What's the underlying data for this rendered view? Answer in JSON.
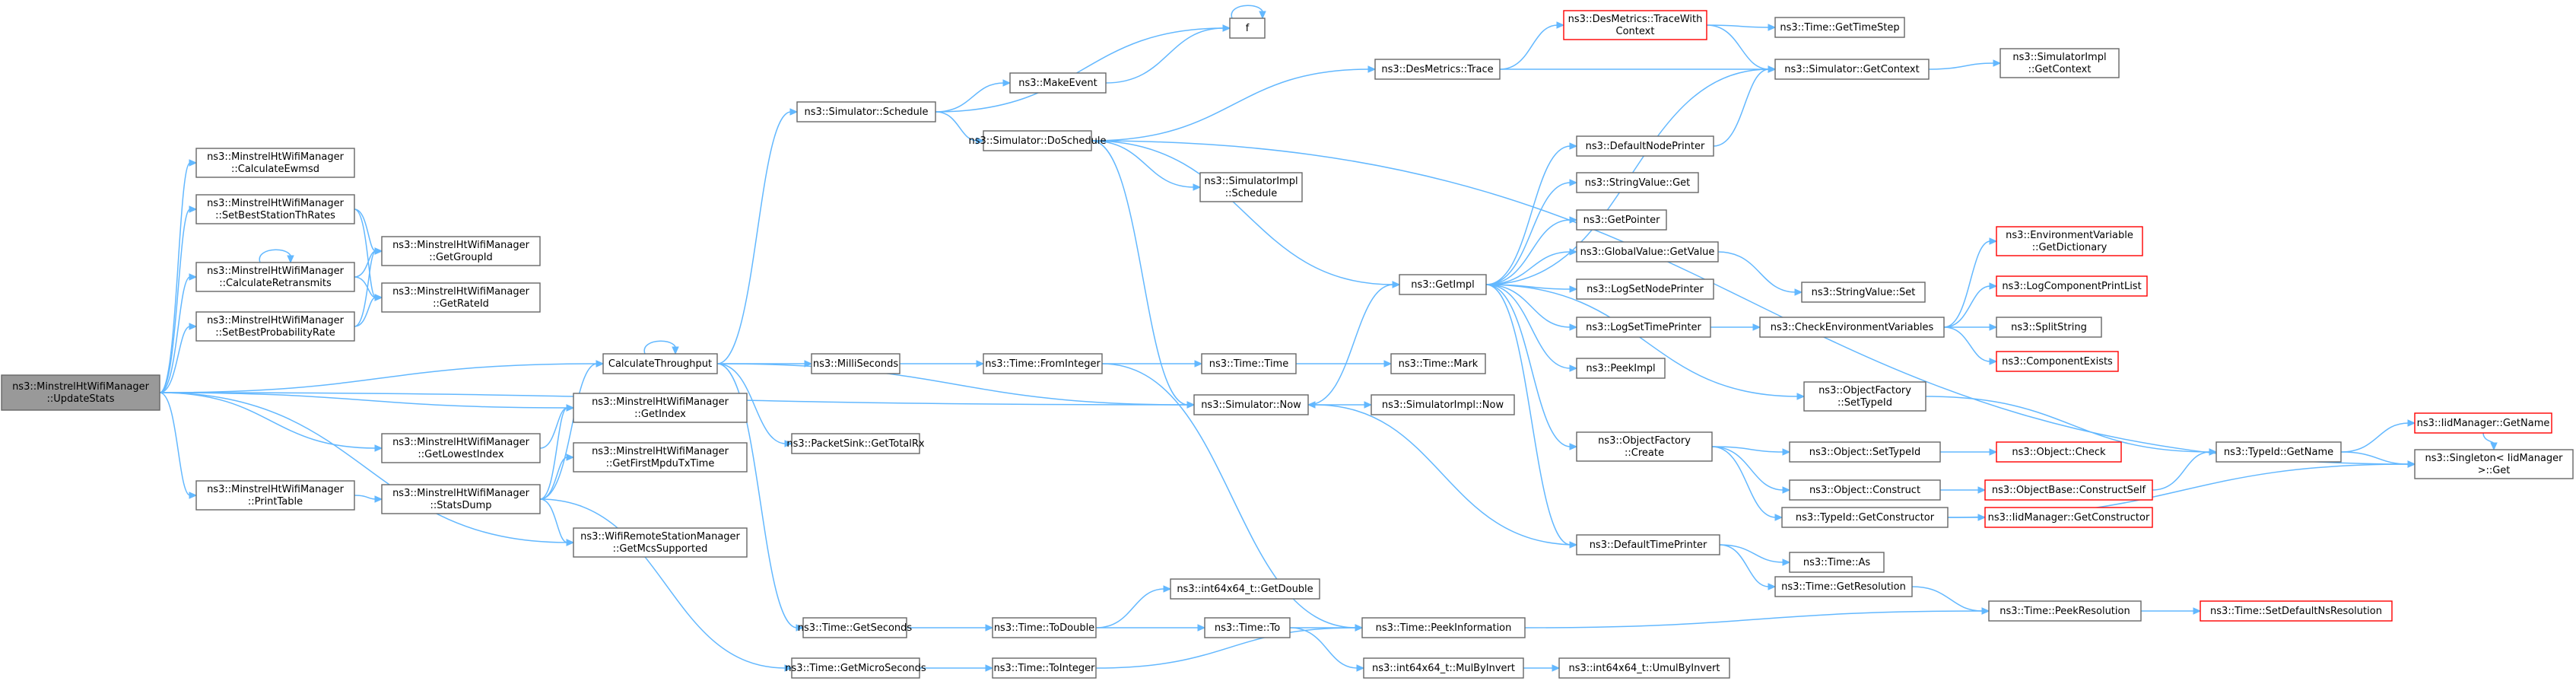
{
  "graph": {
    "colors": {
      "edge": "#63b8ff",
      "border": "#666666",
      "truncated_border": "#ff0000",
      "root_fill": "#999999"
    },
    "nodes": [
      {
        "id": "root",
        "lines": [
          "ns3::MinstrelHtWifiManager",
          "::UpdateStats"
        ],
        "style": "root"
      },
      {
        "id": "ewmsd",
        "lines": [
          "ns3::MinstrelHtWifiManager",
          "::CalculateEwmsd"
        ]
      },
      {
        "id": "bestTh",
        "lines": [
          "ns3::MinstrelHtWifiManager",
          "::SetBestStationThRates"
        ]
      },
      {
        "id": "retrans",
        "lines": [
          "ns3::MinstrelHtWifiManager",
          "::CalculateRetransmits"
        ]
      },
      {
        "id": "bestProb",
        "lines": [
          "ns3::MinstrelHtWifiManager",
          "::SetBestProbabilityRate"
        ]
      },
      {
        "id": "groupId",
        "lines": [
          "ns3::MinstrelHtWifiManager",
          "::GetGroupId"
        ]
      },
      {
        "id": "rateId",
        "lines": [
          "ns3::MinstrelHtWifiManager",
          "::GetRateId"
        ]
      },
      {
        "id": "calcTh",
        "lines": [
          "CalculateThroughput"
        ]
      },
      {
        "id": "getIndex",
        "lines": [
          "ns3::MinstrelHtWifiManager",
          "::GetIndex"
        ]
      },
      {
        "id": "lowest",
        "lines": [
          "ns3::MinstrelHtWifiManager",
          "::GetLowestIndex"
        ]
      },
      {
        "id": "firstMpdu",
        "lines": [
          "ns3::MinstrelHtWifiManager",
          "::GetFirstMpduTxTime"
        ]
      },
      {
        "id": "printTable",
        "lines": [
          "ns3::MinstrelHtWifiManager",
          "::PrintTable"
        ]
      },
      {
        "id": "statsDump",
        "lines": [
          "ns3::MinstrelHtWifiManager",
          "::StatsDump"
        ]
      },
      {
        "id": "mcsSup",
        "lines": [
          "ns3::WifiRemoteStationManager",
          "::GetMcsSupported"
        ]
      },
      {
        "id": "schedule",
        "lines": [
          "ns3::Simulator::Schedule"
        ]
      },
      {
        "id": "makeEvent",
        "lines": [
          "ns3::MakeEvent"
        ]
      },
      {
        "id": "f",
        "lines": [
          "f"
        ]
      },
      {
        "id": "doSchedule",
        "lines": [
          "ns3::Simulator::DoSchedule"
        ]
      },
      {
        "id": "implSchedule",
        "lines": [
          "ns3::SimulatorImpl",
          "::Schedule"
        ]
      },
      {
        "id": "milli",
        "lines": [
          "ns3::MilliSeconds"
        ]
      },
      {
        "id": "totalRx",
        "lines": [
          "ns3::PacketSink::GetTotalRx"
        ]
      },
      {
        "id": "getSeconds",
        "lines": [
          "ns3::Time::GetSeconds"
        ]
      },
      {
        "id": "getMicro",
        "lines": [
          "ns3::Time::GetMicroSeconds"
        ]
      },
      {
        "id": "fromInt",
        "lines": [
          "ns3::Time::FromInteger"
        ]
      },
      {
        "id": "toDouble",
        "lines": [
          "ns3::Time::ToDouble"
        ]
      },
      {
        "id": "toInteger",
        "lines": [
          "ns3::Time::ToInteger"
        ]
      },
      {
        "id": "timeTime",
        "lines": [
          "ns3::Time::Time"
        ]
      },
      {
        "id": "simNow",
        "lines": [
          "ns3::Simulator::Now"
        ]
      },
      {
        "id": "getDouble",
        "lines": [
          "ns3::int64x64_t::GetDouble"
        ]
      },
      {
        "id": "timeTo",
        "lines": [
          "ns3::Time::To"
        ]
      },
      {
        "id": "mulByInv",
        "lines": [
          "ns3::int64x64_t::MulByInvert"
        ]
      },
      {
        "id": "desTrace",
        "lines": [
          "ns3::DesMetrics::Trace"
        ]
      },
      {
        "id": "timeMark",
        "lines": [
          "ns3::Time::Mark"
        ]
      },
      {
        "id": "getImpl",
        "lines": [
          "ns3::GetImpl"
        ]
      },
      {
        "id": "implNow",
        "lines": [
          "ns3::SimulatorImpl::Now"
        ]
      },
      {
        "id": "peekInfo",
        "lines": [
          "ns3::Time::PeekInformation"
        ]
      },
      {
        "id": "umulByInv",
        "lines": [
          "ns3::int64x64_t::UmulByInvert"
        ]
      },
      {
        "id": "traceWith",
        "lines": [
          "ns3::DesMetrics::TraceWith",
          "Context"
        ],
        "style": "red"
      },
      {
        "id": "getTimeStep",
        "lines": [
          "ns3::Time::GetTimeStep"
        ]
      },
      {
        "id": "getContext",
        "lines": [
          "ns3::Simulator::GetContext"
        ]
      },
      {
        "id": "implContext",
        "lines": [
          "ns3::SimulatorImpl",
          "::GetContext"
        ]
      },
      {
        "id": "defNodePrinter",
        "lines": [
          "ns3::DefaultNodePrinter"
        ]
      },
      {
        "id": "strValGet",
        "lines": [
          "ns3::StringValue::Get"
        ]
      },
      {
        "id": "getPointer",
        "lines": [
          "ns3::GetPointer"
        ]
      },
      {
        "id": "globalGet",
        "lines": [
          "ns3::GlobalValue::GetValue"
        ]
      },
      {
        "id": "strValSet",
        "lines": [
          "ns3::StringValue::Set"
        ]
      },
      {
        "id": "logSetNode",
        "lines": [
          "ns3::LogSetNodePrinter"
        ]
      },
      {
        "id": "logSetTime",
        "lines": [
          "ns3::LogSetTimePrinter"
        ]
      },
      {
        "id": "checkEnv",
        "lines": [
          "ns3::CheckEnvironmentVariables"
        ]
      },
      {
        "id": "peekImpl",
        "lines": [
          "ns3::PeekImpl"
        ]
      },
      {
        "id": "ofSetTypeId",
        "lines": [
          "ns3::ObjectFactory",
          "::SetTypeId"
        ]
      },
      {
        "id": "ofCreate",
        "lines": [
          "ns3::ObjectFactory",
          "::Create"
        ]
      },
      {
        "id": "defTimePrinter",
        "lines": [
          "ns3::DefaultTimePrinter"
        ]
      },
      {
        "id": "envDict",
        "lines": [
          "ns3::EnvironmentVariable",
          "::GetDictionary"
        ],
        "style": "red"
      },
      {
        "id": "logCompList",
        "lines": [
          "ns3::LogComponentPrintList"
        ],
        "style": "red"
      },
      {
        "id": "splitString",
        "lines": [
          "ns3::SplitString"
        ]
      },
      {
        "id": "compExists",
        "lines": [
          "ns3::ComponentExists"
        ],
        "style": "red"
      },
      {
        "id": "objSetTypeId",
        "lines": [
          "ns3::Object::SetTypeId"
        ]
      },
      {
        "id": "objCheck",
        "lines": [
          "ns3::Object::Check"
        ],
        "style": "red"
      },
      {
        "id": "objConstruct",
        "lines": [
          "ns3::Object::Construct"
        ]
      },
      {
        "id": "constructSelf",
        "lines": [
          "ns3::ObjectBase::ConstructSelf"
        ],
        "style": "red"
      },
      {
        "id": "tidGetCtor",
        "lines": [
          "ns3::TypeId::GetConstructor"
        ]
      },
      {
        "id": "iidGetCtor",
        "lines": [
          "ns3::IidManager::GetConstructor"
        ],
        "style": "red"
      },
      {
        "id": "tidGetName",
        "lines": [
          "ns3::TypeId::GetName"
        ]
      },
      {
        "id": "iidGetName",
        "lines": [
          "ns3::IidManager::GetName"
        ],
        "style": "red"
      },
      {
        "id": "singleton",
        "lines": [
          "ns3::Singleton< IidManager",
          ">::Get"
        ]
      },
      {
        "id": "timeAs",
        "lines": [
          "ns3::Time::As"
        ]
      },
      {
        "id": "getResolution",
        "lines": [
          "ns3::Time::GetResolution"
        ]
      },
      {
        "id": "peekRes",
        "lines": [
          "ns3::Time::PeekResolution"
        ]
      },
      {
        "id": "setDefNs",
        "lines": [
          "ns3::Time::SetDefaultNsResolution"
        ],
        "style": "red"
      }
    ],
    "edges": [
      [
        "root",
        "ewmsd"
      ],
      [
        "root",
        "bestTh"
      ],
      [
        "root",
        "retrans"
      ],
      [
        "root",
        "bestProb"
      ],
      [
        "root",
        "calcTh"
      ],
      [
        "root",
        "getIndex"
      ],
      [
        "root",
        "lowest"
      ],
      [
        "root",
        "printTable"
      ],
      [
        "root",
        "mcsSup"
      ],
      [
        "root",
        "simNow"
      ],
      [
        "bestTh",
        "groupId"
      ],
      [
        "bestTh",
        "rateId"
      ],
      [
        "retrans",
        "retrans"
      ],
      [
        "retrans",
        "groupId"
      ],
      [
        "retrans",
        "rateId"
      ],
      [
        "bestProb",
        "groupId"
      ],
      [
        "bestProb",
        "rateId"
      ],
      [
        "calcTh",
        "calcTh"
      ],
      [
        "calcTh",
        "schedule"
      ],
      [
        "calcTh",
        "milli"
      ],
      [
        "calcTh",
        "simNow"
      ],
      [
        "calcTh",
        "totalRx"
      ],
      [
        "calcTh",
        "getSeconds"
      ],
      [
        "lowest",
        "getIndex"
      ],
      [
        "printTable",
        "statsDump"
      ],
      [
        "statsDump",
        "calcTh"
      ],
      [
        "statsDump",
        "getIndex"
      ],
      [
        "statsDump",
        "firstMpdu"
      ],
      [
        "statsDump",
        "mcsSup"
      ],
      [
        "statsDump",
        "getMicro"
      ],
      [
        "schedule",
        "makeEvent"
      ],
      [
        "schedule",
        "f"
      ],
      [
        "schedule",
        "doSchedule"
      ],
      [
        "makeEvent",
        "f"
      ],
      [
        "f",
        "f"
      ],
      [
        "doSchedule",
        "desTrace"
      ],
      [
        "doSchedule",
        "implSchedule"
      ],
      [
        "doSchedule",
        "getImpl"
      ],
      [
        "doSchedule",
        "simNow"
      ],
      [
        "doSchedule",
        "singleton"
      ],
      [
        "milli",
        "fromInt"
      ],
      [
        "fromInt",
        "timeTime"
      ],
      [
        "fromInt",
        "peekInfo"
      ],
      [
        "timeTime",
        "timeMark"
      ],
      [
        "getSeconds",
        "toDouble"
      ],
      [
        "toDouble",
        "getDouble"
      ],
      [
        "toDouble",
        "timeTo"
      ],
      [
        "timeTo",
        "peekInfo"
      ],
      [
        "timeTo",
        "mulByInv"
      ],
      [
        "mulByInv",
        "umulByInv"
      ],
      [
        "getMicro",
        "toInteger"
      ],
      [
        "toInteger",
        "peekInfo"
      ],
      [
        "simNow",
        "getImpl"
      ],
      [
        "simNow",
        "implNow"
      ],
      [
        "desTrace",
        "traceWith"
      ],
      [
        "desTrace",
        "getContext"
      ],
      [
        "traceWith",
        "getTimeStep"
      ],
      [
        "traceWith",
        "getContext"
      ],
      [
        "getContext",
        "implContext"
      ],
      [
        "getImpl",
        "getContext"
      ],
      [
        "getImpl",
        "defNodePrinter"
      ],
      [
        "getImpl",
        "strValGet"
      ],
      [
        "getImpl",
        "getPointer"
      ],
      [
        "getImpl",
        "globalGet"
      ],
      [
        "getImpl",
        "logSetNode"
      ],
      [
        "getImpl",
        "logSetTime"
      ],
      [
        "getImpl",
        "peekImpl"
      ],
      [
        "getImpl",
        "ofSetTypeId"
      ],
      [
        "getImpl",
        "ofCreate"
      ],
      [
        "getImpl",
        "defTimePrinter"
      ],
      [
        "defNodePrinter",
        "getContext"
      ],
      [
        "globalGet",
        "strValSet"
      ],
      [
        "logSetTime",
        "checkEnv"
      ],
      [
        "checkEnv",
        "envDict"
      ],
      [
        "checkEnv",
        "logCompList"
      ],
      [
        "checkEnv",
        "splitString"
      ],
      [
        "checkEnv",
        "compExists"
      ],
      [
        "ofSetTypeId",
        "tidGetName"
      ],
      [
        "ofCreate",
        "objSetTypeId"
      ],
      [
        "ofCreate",
        "objConstruct"
      ],
      [
        "ofCreate",
        "tidGetCtor"
      ],
      [
        "objSetTypeId",
        "objCheck"
      ],
      [
        "objConstruct",
        "constructSelf"
      ],
      [
        "constructSelf",
        "tidGetName"
      ],
      [
        "tidGetCtor",
        "iidGetCtor"
      ],
      [
        "tidGetCtor",
        "singleton"
      ],
      [
        "tidGetName",
        "iidGetName"
      ],
      [
        "tidGetName",
        "singleton"
      ],
      [
        "iidGetName",
        "singleton"
      ],
      [
        "defTimePrinter",
        "simNow"
      ],
      [
        "defTimePrinter",
        "timeAs"
      ],
      [
        "defTimePrinter",
        "getResolution"
      ],
      [
        "getResolution",
        "peekRes"
      ],
      [
        "peekInfo",
        "peekRes"
      ],
      [
        "peekRes",
        "setDefNs"
      ]
    ]
  }
}
